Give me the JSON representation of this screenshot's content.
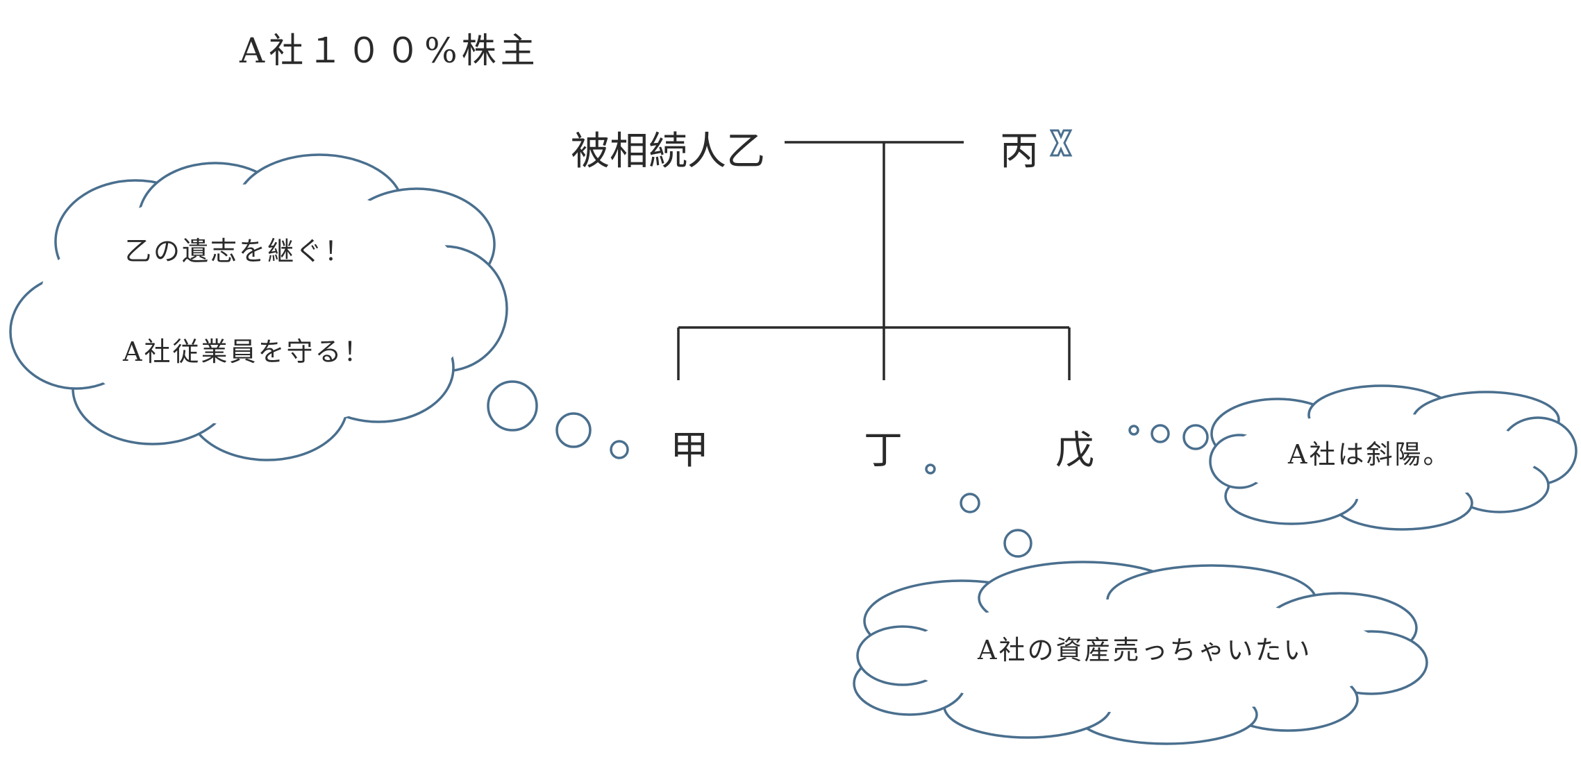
{
  "header": {
    "title": "A社１００%株主"
  },
  "family": {
    "deceased": "被相続人乙",
    "spouse": "丙",
    "spouse_mark": "deceased-x-icon",
    "children": [
      "甲",
      "丁",
      "戊"
    ]
  },
  "bubbles": {
    "ko": {
      "line1": "乙の遺志を継ぐ！",
      "line2": "A社従業員を守る！"
    },
    "tei": {
      "line1": "A社の資産売っちゃいたい"
    },
    "bo": {
      "line1": "A社は斜陽。"
    }
  },
  "colors": {
    "bubble_stroke": "#4a6f8e",
    "text": "#2a2a2a"
  }
}
